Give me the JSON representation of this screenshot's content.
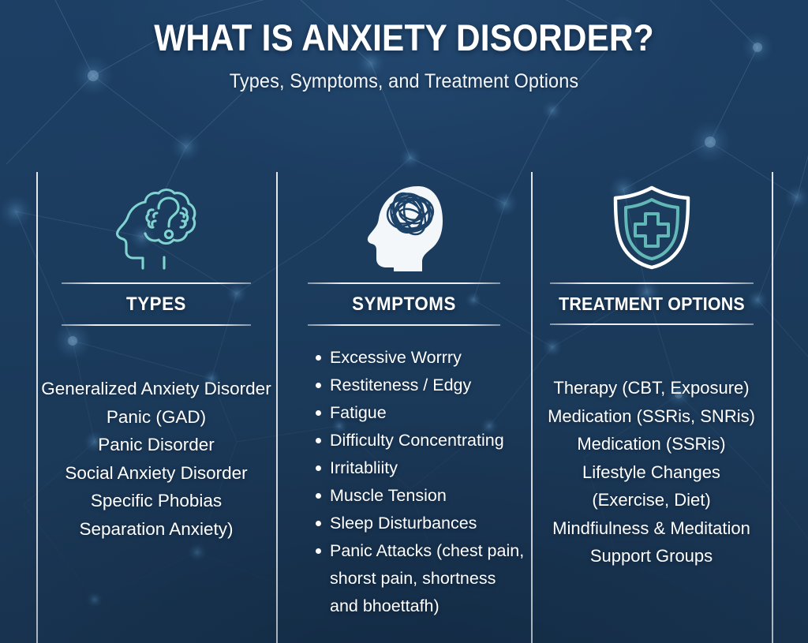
{
  "header": {
    "title": "WHAT IS ANXIETY DISORDER?",
    "subtitle": "Types, Symptoms, and Treatment Options"
  },
  "theme": {
    "background_dark": "#1a3653",
    "background_light": "#1d4066",
    "text_color": "#ffffff",
    "icon_accent": "#7fd4d0",
    "divider_color": "#ffffff"
  },
  "columns": [
    {
      "id": "types",
      "heading": "TYPES",
      "icon": "head-brain-question-icon",
      "list_style": "centered",
      "items": [
        "Generalized Anxiety Disorder",
        "Panic (GAD)",
        "Panic Disorder",
        "Social Anxiety Disorder",
        "Specific Phobias",
        "Separation Anxiety)"
      ]
    },
    {
      "id": "symptoms",
      "heading": "SYMPTOMS",
      "icon": "head-tangled-thoughts-icon",
      "list_style": "bulleted",
      "items": [
        "Excessive Worrry",
        "Restiteness / Edgy",
        "Fatigue",
        "Difficulty Concentrating",
        "Irritabliity",
        "Muscle Tension",
        "Sleep Disturbances",
        "Panic Attacks (chest pain, shorst pain, shortness and bhoettafh)"
      ]
    },
    {
      "id": "treatment",
      "heading": "TREATMENT OPTIONS",
      "icon": "shield-medical-cross-icon",
      "list_style": "centered",
      "items": [
        "Therapy (CBT, Exposure)",
        "Medication (SSRis, SNRis)",
        "Medication (SSRis)",
        "Lifestyle Changes",
        "(Exercise, Diet)",
        "Mindfiulness & Meditation",
        "Support Groups"
      ]
    }
  ]
}
